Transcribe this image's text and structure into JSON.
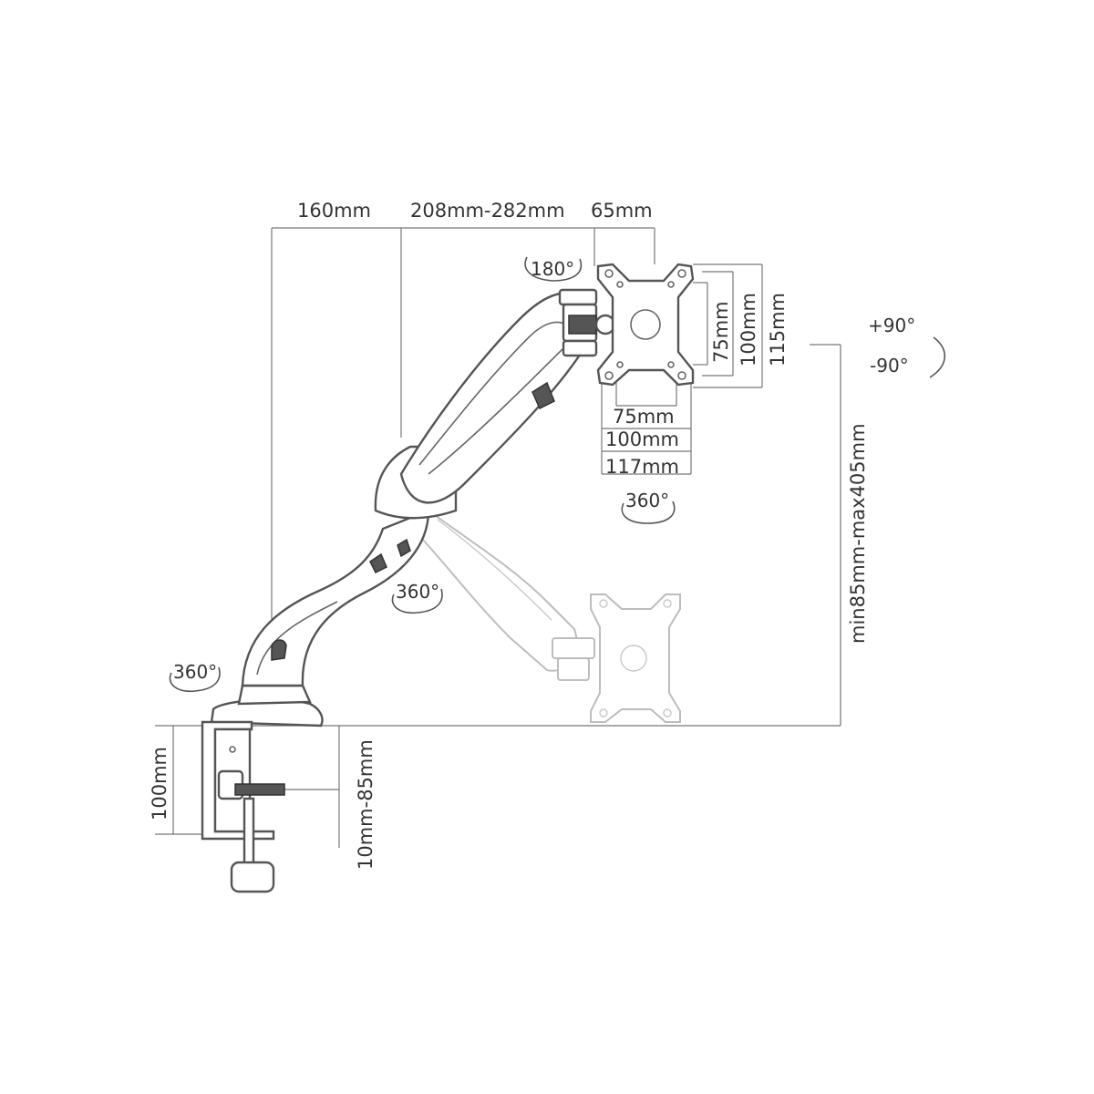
{
  "dimensions": {
    "arm_segment_1": "160mm",
    "arm_segment_2": "208mm-282mm",
    "head_offset": "65mm",
    "vesa_height_75": "75mm",
    "vesa_height_100": "100mm",
    "plate_height": "115mm",
    "vesa_width_75": "75mm",
    "vesa_width_100": "100mm",
    "plate_width": "117mm",
    "height_range": "min85mm-max405mm",
    "clamp_height": "100mm",
    "desk_thickness": "10mm-85mm"
  },
  "rotations": {
    "head_swivel": "180°",
    "plate_rotation": "360°",
    "elbow_rotation": "360°",
    "base_rotation": "360°",
    "tilt_up": "+90°",
    "tilt_down": "-90°"
  }
}
